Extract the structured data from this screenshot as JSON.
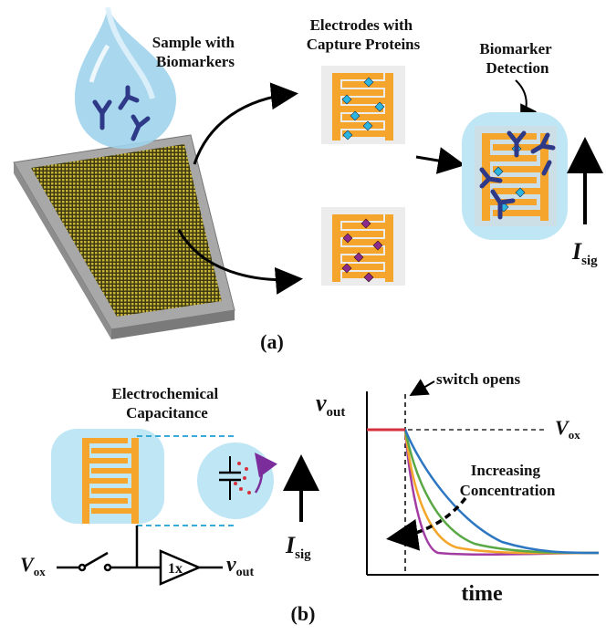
{
  "panel_a": {
    "sample_label": [
      "Sample with",
      "Biomarkers"
    ],
    "electrodes_label": [
      "Electrodes with",
      "Capture Proteins"
    ],
    "detection_label": [
      "Biomarker",
      "Detection"
    ],
    "isig_main": "I",
    "isig_sub": "sig",
    "caption": "(a)"
  },
  "panel_b": {
    "capacitance_label": [
      "Electrochemical",
      "Capacitance"
    ],
    "isig_main": "I",
    "isig_sub": "sig",
    "vox_main": "V",
    "vox_sub": "ox",
    "buffer_label": "1x",
    "vout_main": "v",
    "vout_sub": "out",
    "caption": "(b)"
  },
  "plot": {
    "y_main": "v",
    "y_sub": "out",
    "x_label": "time",
    "switch_label": "switch opens",
    "vox_main": "V",
    "vox_sub": "ox",
    "concentration_label": [
      "Increasing",
      "Concentration"
    ]
  },
  "colors": {
    "electrode": "#f5a52c",
    "bubble": "#bfe6f5",
    "capture_cyan": "#2cb5e0",
    "capture_purple": "#8b2b8e",
    "antibody": "#2e3a87",
    "curve_blue": "#2d77c2",
    "curve_green": "#5aa845",
    "curve_orange": "#f4a62a",
    "curve_red": "#d5313d",
    "curve_magenta": "#a23ca3"
  }
}
